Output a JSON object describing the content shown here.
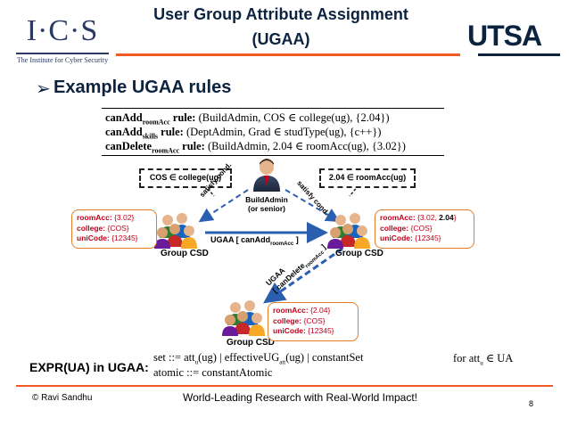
{
  "header": {
    "logo_text": "I·C·S",
    "logo_sub": "The Institute for Cyber Security",
    "title_line1": "User Group Attribute Assignment",
    "title_line2": "(UGAA)",
    "right_logo": "UTSA",
    "accent_color": "#f15a22",
    "navy_color": "#0c2340"
  },
  "bullet": {
    "arrow": "➢",
    "text": "Example UGAA rules"
  },
  "rules": [
    {
      "op": "canAdd",
      "sub": "roomAcc",
      "kw": "rule:",
      "body": "(BuildAdmin, COS ∈ college(ug), {2.04})"
    },
    {
      "op": "canAdd",
      "sub": "skills",
      "kw": "rule:",
      "body": "(DeptAdmin, Grad ∈ studType(ug), {c++})"
    },
    {
      "op": "canDelete",
      "sub": "roomAcc",
      "kw": "rule:",
      "body": "(BuildAdmin, 2.04 ∈ roomAcc(ug), {3.02})"
    }
  ],
  "diagram": {
    "admin_label_1": "BuildAdmin",
    "admin_label_2": "(or senior)",
    "bubble_left": "COS ∈ college(ug)",
    "bubble_right": "2.04 ∈ roomAcc(ug)",
    "satisfy_left": "satisfy cond.",
    "satisfy_right": "satisfy cond.",
    "ugaa_add": "UGAA [ canAdd",
    "ugaa_add_sub": "roomAcc",
    "ugaa_add_end": " ]",
    "ugaa_del_1": "UGAA",
    "ugaa_del_2": "[ canDelete",
    "ugaa_del_sub": "roomAcc",
    "ugaa_del_end": " ]",
    "group_label": "Group CSD",
    "left_box": {
      "roomAcc_k": "roomAcc:",
      "roomAcc_v": "{3.02}",
      "college_k": "college:",
      "college_v": "{COS}",
      "unicode_k": "uniCode:",
      "unicode_v": "{12345}"
    },
    "right_box": {
      "roomAcc_k": "roomAcc:",
      "roomAcc_v1": "{3.02, ",
      "roomAcc_hi": "2.04",
      "roomAcc_v2": "}",
      "college_k": "college:",
      "college_v": "{COS}",
      "unicode_k": "uniCode:",
      "unicode_v": "{12345}"
    },
    "bottom_box": {
      "roomAcc_k": "roomAcc:",
      "roomAcc_v": "{2.04}",
      "college_k": "college:",
      "college_v": "{COS}",
      "unicode_k": "uniCode:",
      "unicode_v": "{12345}"
    }
  },
  "expr": {
    "label": "EXPR(UA) in UGAA:",
    "line1": "set ::= att",
    "line1_sub": "u",
    "line1_mid": "(ug) | effectiveUG",
    "line1_sub2": "att",
    "line1_end": "(ug) | constantSet",
    "line1_right": "for att",
    "line1_right_sub": "u",
    "line1_right_end": " ∈ UA",
    "line2": "atomic ::= constantAtomic"
  },
  "footer": {
    "left": "© Ravi Sandhu",
    "middle": "World-Leading Research with Real-World Impact!",
    "page": "8"
  }
}
